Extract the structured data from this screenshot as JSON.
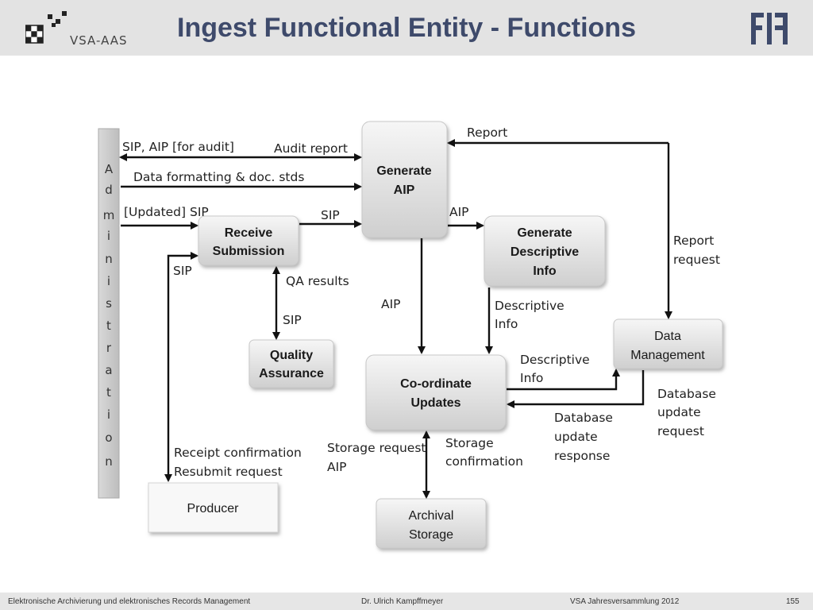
{
  "header": {
    "title": "Ingest Functional Entity - Functions",
    "logo_text": "VSA-AAS"
  },
  "diagram": {
    "admin_label": [
      "A",
      "d",
      "m",
      "i",
      "n",
      "i",
      "s",
      "t",
      "r",
      "a",
      "t",
      "i",
      "o",
      "n"
    ],
    "boxes": {
      "generate_aip": [
        "Generate",
        "AIP"
      ],
      "receive_submission": [
        "Receive",
        "Submission"
      ],
      "generate_descriptive": [
        "Generate",
        "Descriptive",
        "Info"
      ],
      "quality_assurance": [
        "Quality",
        "Assurance"
      ],
      "coordinate_updates": [
        "Co-ordinate",
        "Updates"
      ],
      "data_management": [
        "Data",
        "Management"
      ],
      "producer": "Producer",
      "archival_storage": [
        "Archival",
        "Storage"
      ]
    },
    "flows": {
      "sip_aip_audit": "SIP, AIP [for audit]",
      "audit_report": "Audit report",
      "data_formatting": "Data formatting & doc. stds",
      "updated_sip": "[Updated] SIP",
      "sip_to_generate": "SIP",
      "aip_to_descriptive": "AIP",
      "report": "Report",
      "report_request": [
        "Report",
        "request"
      ],
      "sip_from_producer": "SIP",
      "qa_results": "QA results",
      "sip_to_qa": "SIP",
      "aip_down": "AIP",
      "descriptive_info_down": [
        "Descriptive",
        "Info"
      ],
      "descriptive_info_right": [
        "Descriptive",
        "Info"
      ],
      "database_update_request": [
        "Database",
        "update",
        "request"
      ],
      "database_update_response": [
        "Database",
        "update",
        "response"
      ],
      "receipt_confirmation": [
        "Receipt confirmation",
        "Resubmit request"
      ],
      "storage_request": [
        "Storage request",
        "AIP"
      ],
      "storage_confirmation": [
        "Storage",
        "confirmation"
      ]
    }
  },
  "footer": {
    "course": "Elektronische Archivierung und elektronisches Records Management",
    "author": "Dr. Ulrich Kampffmeyer",
    "event": "VSA Jahresversammlung 2012",
    "page": "155"
  }
}
